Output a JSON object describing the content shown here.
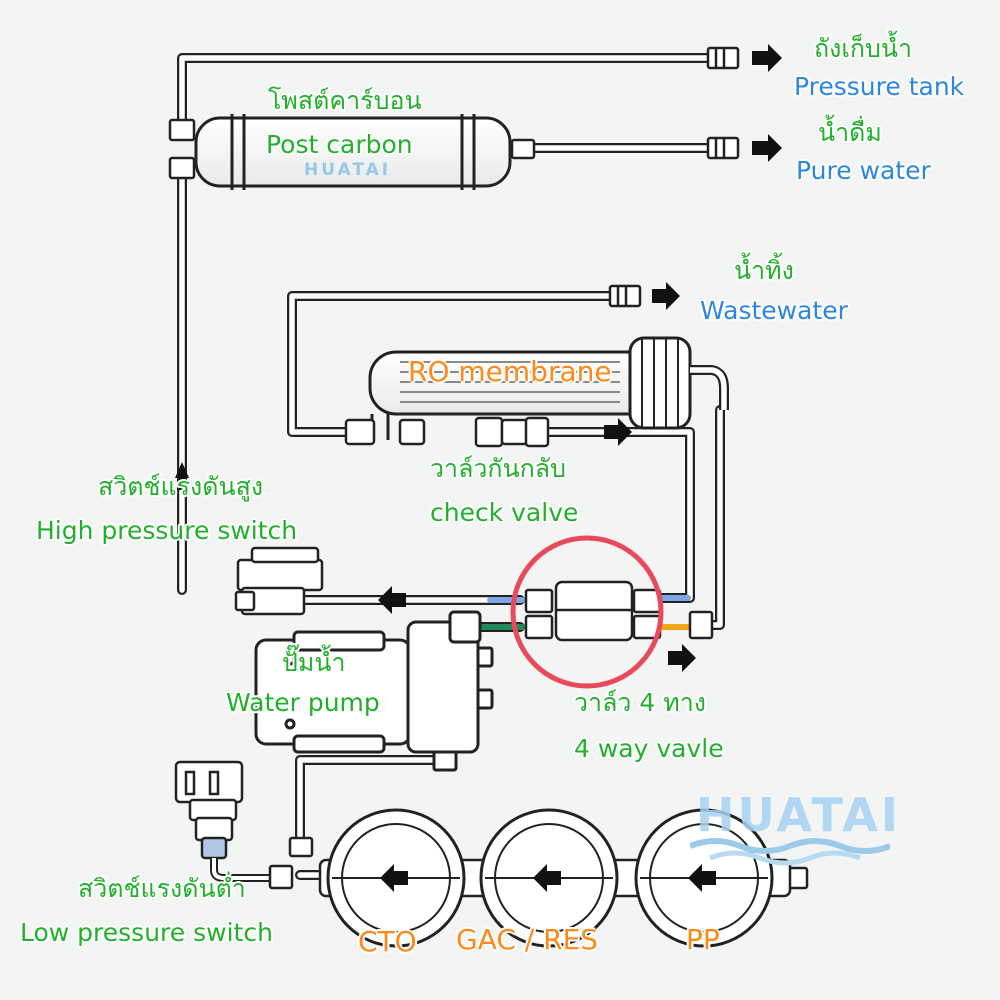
{
  "colors": {
    "label_green": "#22b02c",
    "label_blue": "#2e86de",
    "label_orange": "#ff8a1a",
    "highlight_circle": "#e8495b",
    "pipe_blue": "#7fa6e0",
    "pipe_green": "#1f8a5a",
    "pipe_orange": "#f2a516"
  },
  "labels": {
    "pressure_tank_th": "ถังเก็บน้ำ",
    "pressure_tank_en": "Pressure tank",
    "pure_water_th": "น้ำดื่ม",
    "pure_water_en": "Pure water",
    "post_carbon_th": "โพสต์คาร์บอน",
    "post_carbon_en": "Post carbon",
    "wastewater_th": "น้ำทิ้ง",
    "wastewater_en": "Wastewater",
    "ro_membrane": "RO membrane",
    "check_valve_th": "วาล์วกันกลับ",
    "check_valve_en": "check valve",
    "high_switch_th": "สวิตช์แรงดันสูง",
    "high_switch_en": "High pressure switch",
    "pump_th": "ปั๊มน้ำ",
    "pump_en": "Water pump",
    "four_way_th": "วาล์ว 4 ทาง",
    "four_way_en": "4 way vavle",
    "low_switch_th": "สวิตช์แรงดันต่ำ",
    "low_switch_en": "Low pressure switch",
    "cto": "CTO",
    "gac_res": "GAC / RES",
    "pp": "PP"
  },
  "watermarks": {
    "small": "HUATAI",
    "large": "HUATAI"
  },
  "icons": {
    "flow_arrow": "arrow-icon"
  }
}
